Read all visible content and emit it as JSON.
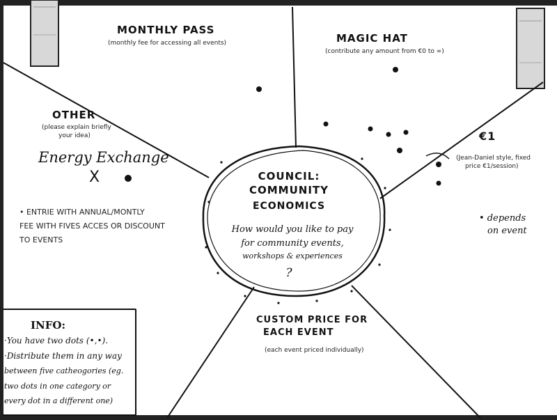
{
  "colors": {
    "ink": "#111111",
    "paper": "#ffffff",
    "tape": "#cfcfcf"
  },
  "monthly_pass": {
    "title": "MONTHLY PASS",
    "subtitle": "(monthly fee for accessing all events)"
  },
  "magic_hat": {
    "title": "MAGIC HAT",
    "subtitle": "(contribute any amount from €0 to ∞)"
  },
  "other": {
    "title": "OTHER",
    "subtitle_line1": "(please explain briefly",
    "subtitle_line2": "your idea)",
    "energy_exchange": "Energy Exchange",
    "mark": "X",
    "note_line1": "• ENTRIE WITH ANNUAL/MONTLY",
    "note_line2": "FEE WITH FIVES ACCES OR DISCOUNT",
    "note_line3": "TO EVENTS"
  },
  "one_euro": {
    "title": "€1",
    "subtitle_line1": "(Jean-Daniel style, fixed",
    "subtitle_line2": "price €1/session)",
    "note_line1": "• depends",
    "note_line2": "on event"
  },
  "center": {
    "title_line1": "COUNCIL:",
    "title_line2": "COMMUNITY",
    "title_line3": "ECONOMICS",
    "question_line1": "How would you like to pay",
    "question_line2": "for community events,",
    "question_line3": "workshops & experiences",
    "question_mark": "?"
  },
  "custom_price": {
    "title_line1": "CUSTOM PRICE FOR",
    "title_line2": "EACH EVENT",
    "subtitle": "(each event priced individually)"
  },
  "info": {
    "title": "INFO:",
    "line1": "·You have two dots (•,•).",
    "line2": "·Distribute them in any way",
    "line3": "between five catheogories (eg.",
    "line4": "two dots in one category or",
    "line5": "every dot in a different one)"
  }
}
